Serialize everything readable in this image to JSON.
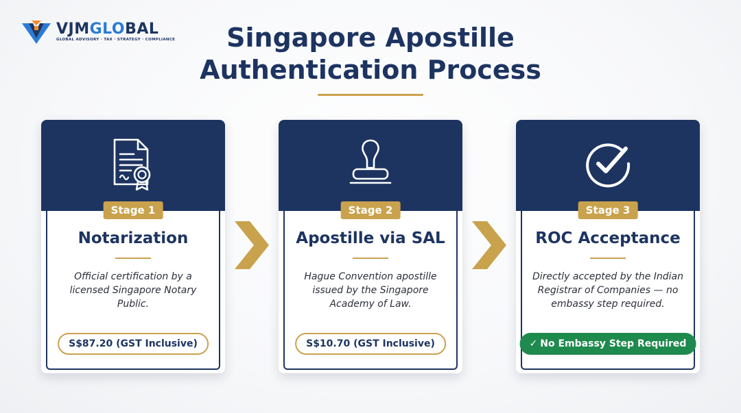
{
  "brand": {
    "name_main": "VJM",
    "name_accent": "GL",
    "name_o": "O",
    "name_rest": "BAL",
    "tagline": "GLOBAL ADVISORY · TAX · STRATEGY · COMPLIANCE",
    "colors": {
      "navy": "#1d3461",
      "blue": "#2a7bd6",
      "orange": "#f28c28"
    }
  },
  "title": {
    "line1": "Singapore Apostille",
    "line2": "Authentication Process"
  },
  "colors": {
    "navy": "#1d3461",
    "gold": "#c9a24d",
    "green": "#1f8a4e"
  },
  "stages": [
    {
      "badge": "Stage 1",
      "icon": "certificate-document-icon",
      "title": "Notarization",
      "description": "Official certification by a licensed Singapore Notary Public.",
      "price": "S$87.20 (GST Inclusive)"
    },
    {
      "badge": "Stage 2",
      "icon": "rubber-stamp-icon",
      "title": "Apostille via SAL",
      "description": "Hague Convention apostille issued by the Singapore Academy of Law.",
      "price": "S$10.70 (GST Inclusive)"
    },
    {
      "badge": "Stage 3",
      "icon": "checkmark-circle-icon",
      "title": "ROC Acceptance",
      "description": "Directly accepted by the Indian Registrar of Companies — no embassy step required.",
      "price_check": "✓",
      "price": "No Embassy Step Required"
    }
  ]
}
